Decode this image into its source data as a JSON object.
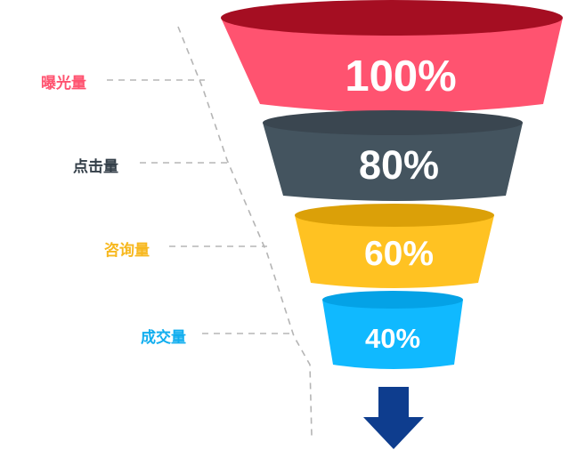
{
  "funnel": {
    "stages": [
      {
        "label": "曝光量",
        "percent": "100%",
        "value": 100,
        "color": "#FF5370",
        "rim_color": "#A50E22",
        "label_color": "#FF5370"
      },
      {
        "label": "点击量",
        "percent": "80%",
        "value": 80,
        "color": "#44545F",
        "rim_color": "#3A4650",
        "label_color": "#333E48"
      },
      {
        "label": "咨询量",
        "percent": "60%",
        "value": 60,
        "color": "#FFC222",
        "rim_color": "#DBA008",
        "label_color": "#F7B81F"
      },
      {
        "label": "成交量",
        "percent": "40%",
        "value": 40,
        "color": "#10B9FF",
        "rim_color": "#04A2E6",
        "label_color": "#12AEEF"
      }
    ],
    "arrow_color": "#0E3D8E",
    "leader_line_color": "#B5B5B5"
  }
}
